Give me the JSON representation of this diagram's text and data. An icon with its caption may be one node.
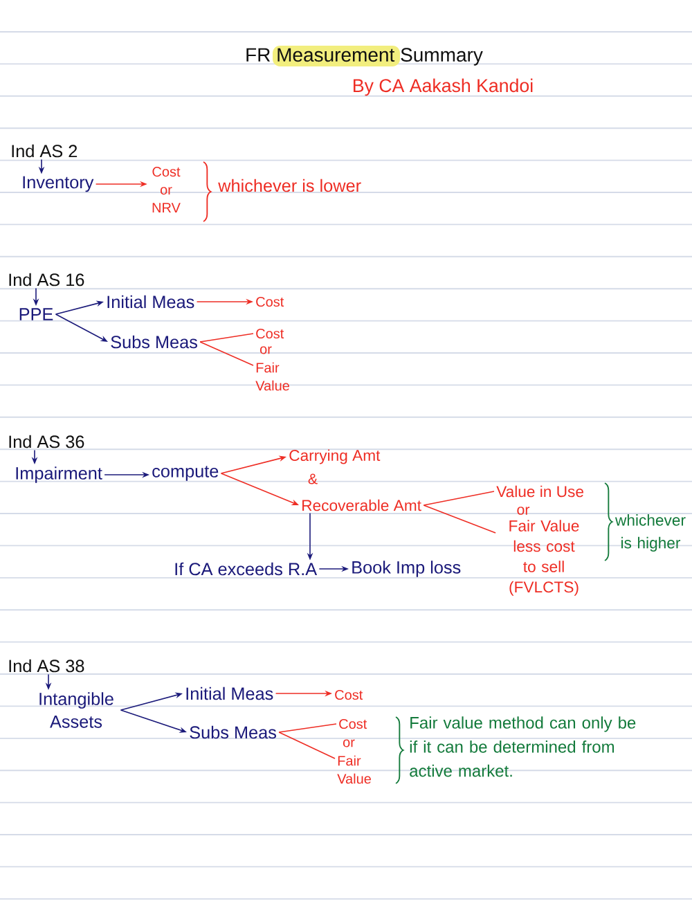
{
  "diagram": {
    "title": "FR Measurement Summary",
    "nodes": [
      {
        "text": [
          "Ind AS 2"
        ]
      },
      {
        "text": [
          "Inventory"
        ]
      },
      {
        "text": [
          "Cost or NRV"
        ]
      },
      {
        "text": [
          "Ind AS 16"
        ]
      },
      {
        "text": [
          "PPE"
        ]
      },
      {
        "text": [
          "Initial Meas"
        ]
      },
      {
        "text": [
          "Cost"
        ]
      },
      {
        "text": [
          "Subs Meas"
        ]
      },
      {
        "text": [
          "Cost"
        ]
      },
      {
        "text": [
          "Fair Value"
        ]
      },
      {
        "text": [
          "Ind AS 36"
        ]
      },
      {
        "text": [
          "Impairment"
        ]
      },
      {
        "text": [
          "compute"
        ]
      },
      {
        "text": [
          "Carrying Amt"
        ]
      },
      {
        "text": [
          "Recoverable Amt"
        ]
      },
      {
        "text": [
          "Value in Use"
        ]
      },
      {
        "text": [
          "Fair Value less cost to sell (FVLCTS)"
        ]
      },
      {
        "text": [
          "If CA exceeds R.A"
        ]
      },
      {
        "text": [
          "Book Imp loss"
        ]
      },
      {
        "text": [
          "Ind AS 38"
        ]
      },
      {
        "text": [
          "Intangible Assets"
        ]
      },
      {
        "text": [
          "Initial Meas"
        ]
      },
      {
        "text": [
          "Cost"
        ]
      },
      {
        "text": [
          "Subs Meas"
        ]
      },
      {
        "text": [
          "Cost"
        ]
      },
      {
        "text": [
          "Fair Value"
        ]
      }
    ],
    "edges": [
      {
        "from": 0,
        "to": 1,
        "arrow": "to"
      },
      {
        "from": 1,
        "to": 2,
        "arrow": "to",
        "color": "#ee2d24"
      },
      {
        "from": 3,
        "to": 4,
        "arrow": "to"
      },
      {
        "from": 4,
        "to": 5,
        "arrow": "to"
      },
      {
        "from": 4,
        "to": 7,
        "arrow": "to"
      },
      {
        "from": 5,
        "to": 6,
        "arrow": "to",
        "color": "#ee2d24"
      },
      {
        "from": 7,
        "to": 8,
        "arrow": "none",
        "color": "#ee2d24"
      },
      {
        "from": 7,
        "to": 9,
        "arrow": "none",
        "color": "#ee2d24"
      },
      {
        "from": 10,
        "to": 11,
        "arrow": "to"
      },
      {
        "from": 11,
        "to": 12,
        "arrow": "to"
      },
      {
        "from": 12,
        "to": 13,
        "arrow": "to",
        "color": "#ee2d24"
      },
      {
        "from": 12,
        "to": 14,
        "arrow": "to",
        "color": "#ee2d24"
      },
      {
        "from": 14,
        "to": 15,
        "arrow": "none",
        "color": "#ee2d24"
      },
      {
        "from": 14,
        "to": 16,
        "arrow": "none",
        "color": "#ee2d24"
      },
      {
        "from": 14,
        "to": 17,
        "arrow": "to"
      },
      {
        "from": 17,
        "to": 18,
        "arrow": "to"
      },
      {
        "from": 19,
        "to": 20,
        "arrow": "to"
      },
      {
        "from": 20,
        "to": 21,
        "arrow": "to"
      },
      {
        "from": 20,
        "to": 23,
        "arrow": "to"
      },
      {
        "from": 21,
        "to": 22,
        "arrow": "to",
        "color": "#ee2d24"
      },
      {
        "from": 23,
        "to": 24,
        "arrow": "none",
        "color": "#ee2d24"
      },
      {
        "from": 23,
        "to": 25,
        "arrow": "none",
        "color": "#ee2d24"
      }
    ],
    "labels": [
      "By CA Aakash Kandoi",
      "whichever is lower",
      "or",
      "&",
      "or",
      "whichever is higher",
      "or",
      "Fair value method can only be if it can be determined from active market."
    ]
  }
}
